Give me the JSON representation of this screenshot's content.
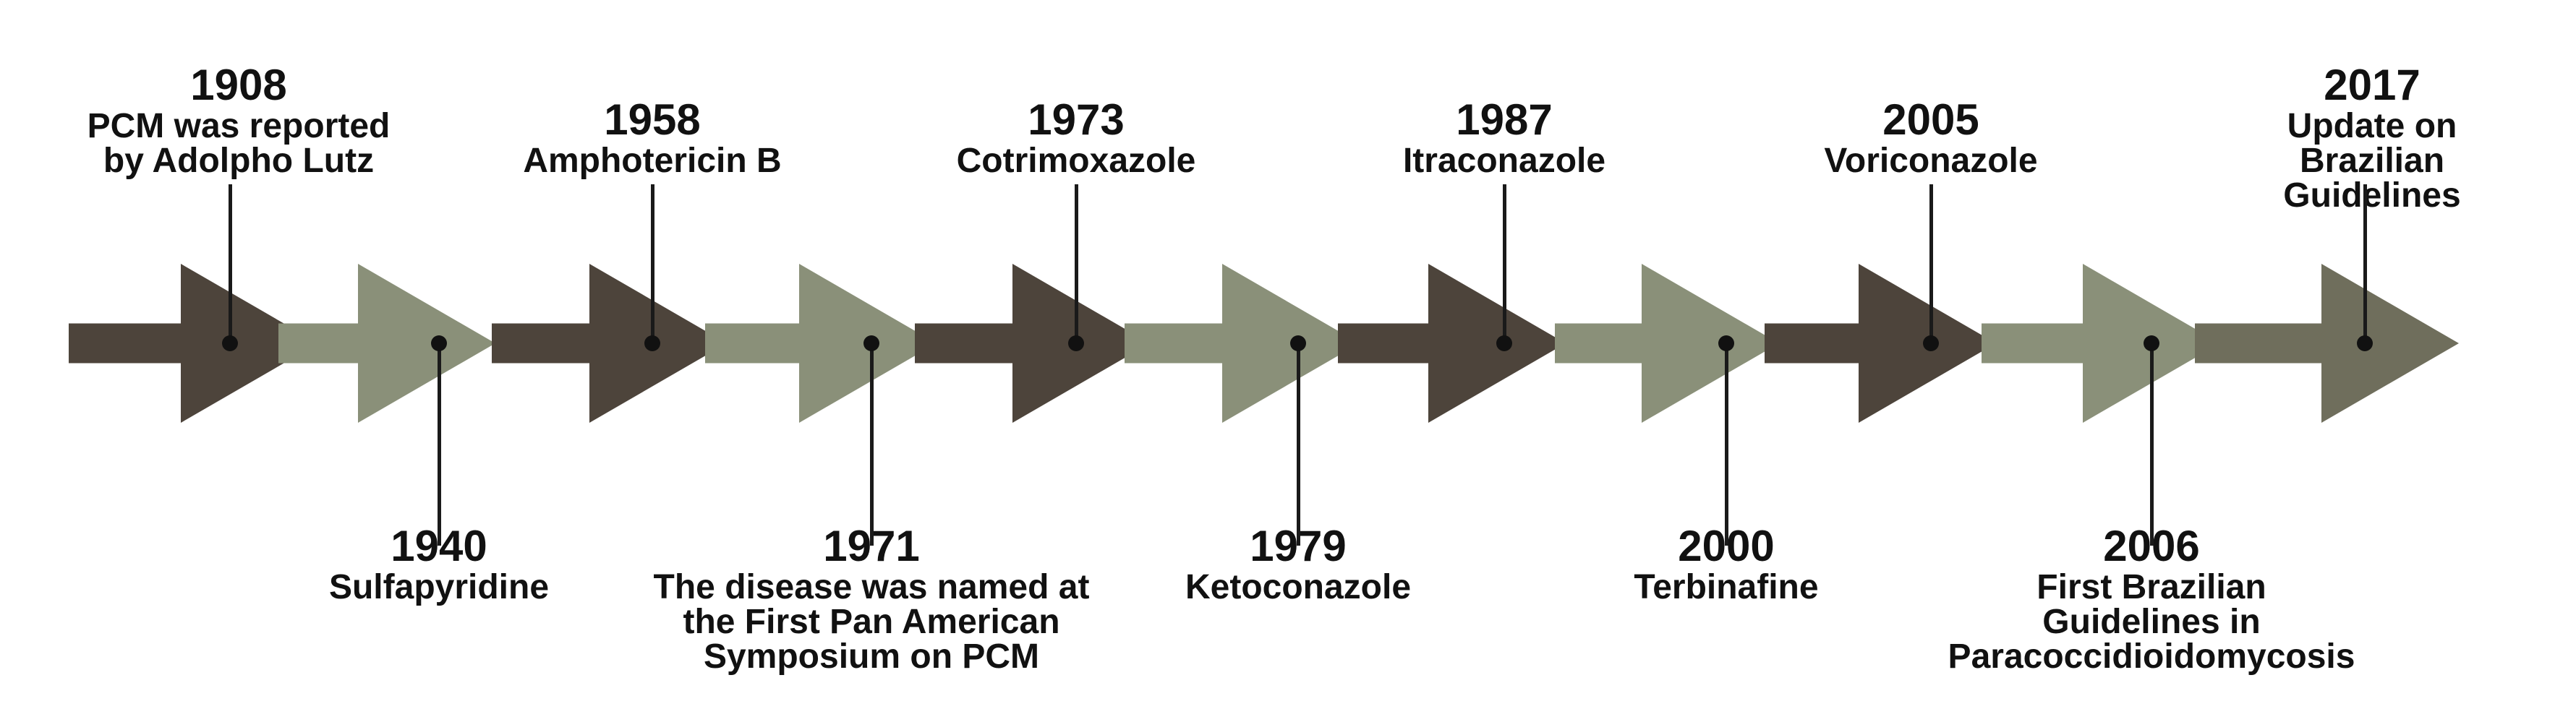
{
  "events": [
    {
      "year": "1908",
      "label": "PCM was reported\nby Adolpho Lutz",
      "pos": "top",
      "shade": "dark"
    },
    {
      "year": "1940",
      "label": "Sulfapyridine",
      "pos": "bottom",
      "shade": "light"
    },
    {
      "year": "1958",
      "label": "Amphotericin B",
      "pos": "top",
      "shade": "dark"
    },
    {
      "year": "1971",
      "label": "The disease was named at\nthe First Pan American\nSymposium on PCM",
      "pos": "bottom",
      "shade": "light"
    },
    {
      "year": "1973",
      "label": "Cotrimoxazole",
      "pos": "top",
      "shade": "dark"
    },
    {
      "year": "1979",
      "label": "Ketoconazole",
      "pos": "bottom",
      "shade": "light"
    },
    {
      "year": "1987",
      "label": "Itraconazole",
      "pos": "top",
      "shade": "dark"
    },
    {
      "year": "2000",
      "label": "Terbinafine",
      "pos": "bottom",
      "shade": "light"
    },
    {
      "year": "2005",
      "label": "Voriconazole",
      "pos": "top",
      "shade": "dark"
    },
    {
      "year": "2006",
      "label": "First Brazilian\nGuidelines in\nParacoccidioidomycosis",
      "pos": "bottom",
      "shade": "light"
    },
    {
      "year": "2017",
      "label": "Update on\nBrazilian Guidelines",
      "pos": "top",
      "shade": "olive"
    }
  ],
  "colors": {
    "dark": "#4d443b",
    "light": "#8a9079",
    "olive": "#6f6e5c",
    "line": "#1a1a1a"
  }
}
